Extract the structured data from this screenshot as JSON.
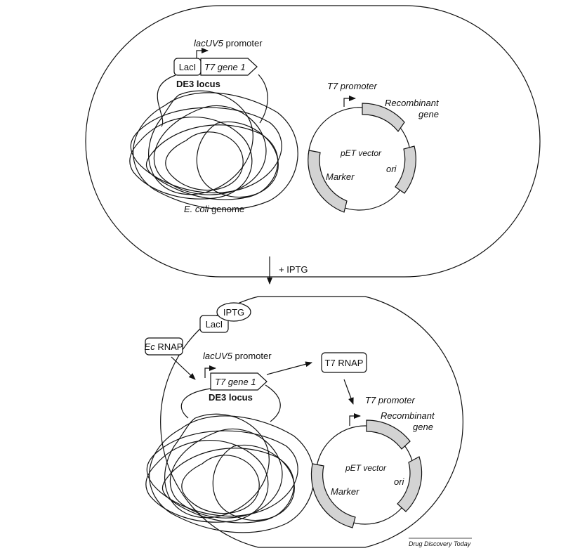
{
  "top_cell": {
    "promoter": {
      "italic": "lacUV5",
      "rest": " promoter"
    },
    "laci": "LacI",
    "t7_gene": "T7 gene 1",
    "de3_locus": "DE3 locus",
    "genome": {
      "italic": "E. coli",
      "rest": " genome"
    },
    "t7_promoter": "T7 promoter",
    "recombinant": "Recombinant",
    "gene": "gene",
    "pet_vector": "pET vector",
    "ori": "ori",
    "marker": "Marker"
  },
  "induction": {
    "label": "+ IPTG"
  },
  "bottom_cell": {
    "iptg": "IPTG",
    "laci": "LacI",
    "ec_rnap": {
      "italic": "Ec",
      "rest": " RNAP"
    },
    "promoter": {
      "italic": "lacUV5",
      "rest": " promoter"
    },
    "t7_gene": "T7 gene 1",
    "de3_locus": "DE3 locus",
    "t7_rnap": "T7 RNAP",
    "t7_promoter": "T7 promoter",
    "recombinant": "Recombinant",
    "gene": "gene",
    "pet_vector": "pET vector",
    "ori": "ori",
    "marker": "Marker"
  },
  "footer": {
    "source": "Drug Discovery Today"
  }
}
